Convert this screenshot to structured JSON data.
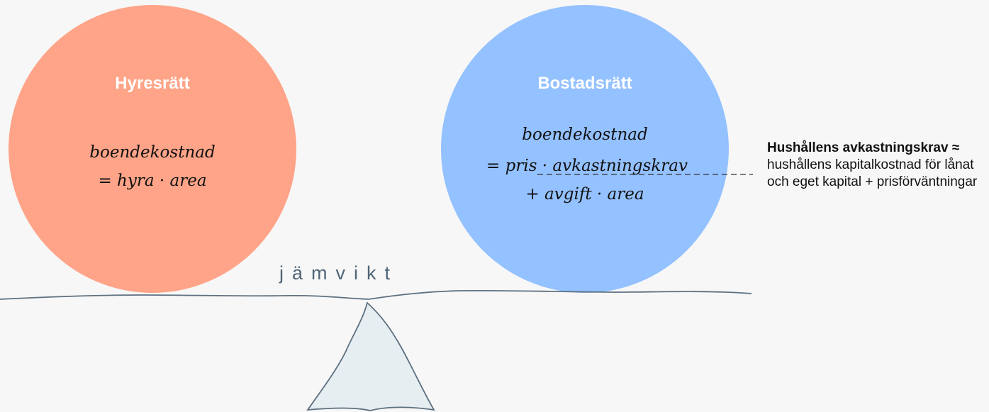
{
  "rental": {
    "title": "Hyresrätt",
    "formula_line1": "boendekostnad",
    "formula_line2": "= hyra · area",
    "color": "#ffa488"
  },
  "ownership": {
    "title": "Bostadsrätt",
    "formula_line1": "boendekostnad",
    "formula_line2_prefix": "= pris · ",
    "formula_line2_term": "avkastningskrav",
    "formula_line3": "+ avgift · area",
    "color": "#94c1ff"
  },
  "balance": {
    "label": "jämvikt",
    "beam_color": "#5d7080",
    "fulcrum_color": "#e6eef2"
  },
  "note": {
    "title": "Hushållens avkastningskrav ≈",
    "body": "hushållens kapitalkostnad för lånat och eget kapital + prisförväntningar"
  }
}
